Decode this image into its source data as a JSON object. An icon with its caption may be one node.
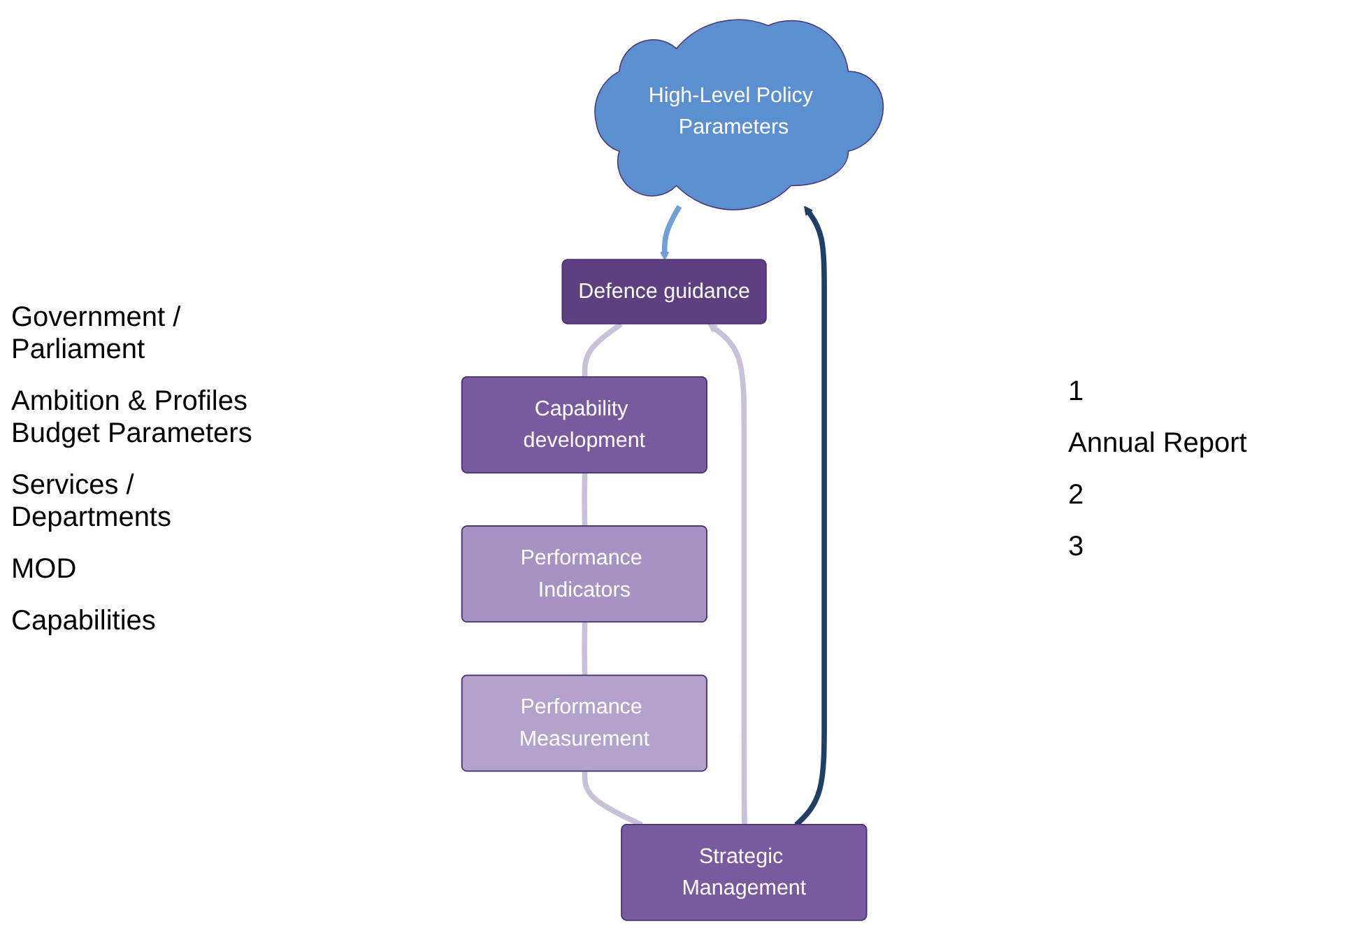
{
  "diagram": {
    "nodes": [
      {
        "text": [
          "High-Level Policy Parameters"
        ]
      },
      {
        "text": [
          "Defence guidance"
        ]
      },
      {
        "text": [
          "Capability development"
        ]
      },
      {
        "text": [
          "Performance Indicators"
        ]
      },
      {
        "text": [
          "Performance Measurement"
        ]
      },
      {
        "text": [
          "Strategic Management"
        ]
      }
    ],
    "edges": [
      {
        "from": 0,
        "to": 1,
        "arrow": "to",
        "color": "#6fa0d8"
      },
      {
        "from": 1,
        "to": 2,
        "arrow": "none"
      },
      {
        "from": 2,
        "to": 3,
        "arrow": "none"
      },
      {
        "from": 3,
        "to": 4,
        "arrow": "none"
      },
      {
        "from": 4,
        "to": 5,
        "arrow": "none"
      },
      {
        "from": 5,
        "to": 1,
        "arrow": "to"
      },
      {
        "from": 5,
        "to": 0,
        "arrow": "to",
        "color": "#1f3f66"
      }
    ],
    "labels": [
      "Government / Parliament",
      "1",
      "Ambition & Profiles Budget Parameters",
      "Annual Report",
      "Services / Departments",
      "2",
      "MOD",
      "3",
      "Capabilities"
    ]
  }
}
